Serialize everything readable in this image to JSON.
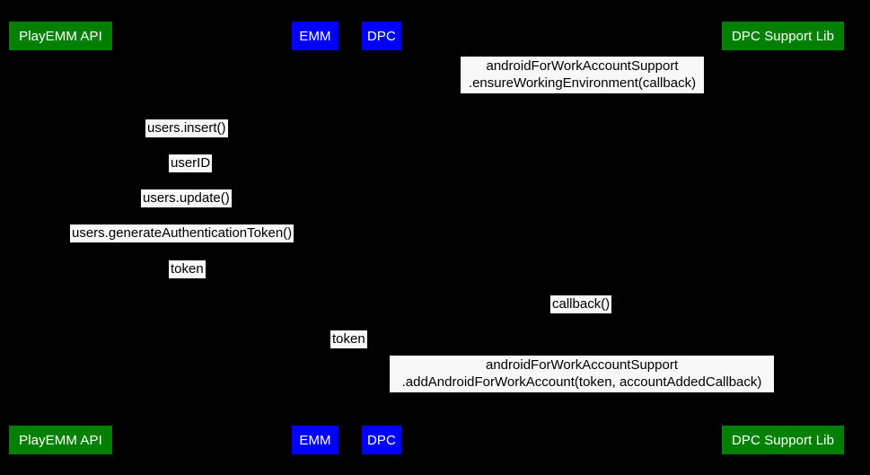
{
  "diagram": {
    "type": "uml-sequence-diagram",
    "background_color": "#000000",
    "participant_colors": {
      "playemm_api": "#008000",
      "emm": "#0000ff",
      "dpc": "#0000ff",
      "dpc_support_lib": "#008000"
    },
    "label_background_color": "#f8f8f8",
    "label_text_color": "#000000",
    "participant_text_color": "#ffffff"
  },
  "participants_top": [
    {
      "id": "playemm-api",
      "label": "PlayEMM API",
      "color": "green"
    },
    {
      "id": "emm",
      "label": "EMM",
      "color": "blue"
    },
    {
      "id": "dpc",
      "label": "DPC",
      "color": "blue"
    },
    {
      "id": "dpc-support-lib",
      "label": "DPC Support Lib",
      "color": "green"
    }
  ],
  "participants_bottom": [
    {
      "id": "playemm-api",
      "label": "PlayEMM API",
      "color": "green"
    },
    {
      "id": "emm",
      "label": "EMM",
      "color": "blue"
    },
    {
      "id": "dpc",
      "label": "DPC",
      "color": "blue"
    },
    {
      "id": "dpc-support-lib",
      "label": "DPC Support Lib",
      "color": "green"
    }
  ],
  "messages": [
    {
      "id": "ensure-working-environment",
      "line1": "androidForWorkAccountSupport",
      "line2": ".ensureWorkingEnvironment(callback)",
      "from": "dpc",
      "to": "dpc-support-lib"
    },
    {
      "id": "users-insert",
      "line1": "users.insert()",
      "from": "emm",
      "to": "playemm-api"
    },
    {
      "id": "user-id",
      "line1": "userID",
      "from": "playemm-api",
      "to": "emm"
    },
    {
      "id": "users-update",
      "line1": "users.update()",
      "from": "emm",
      "to": "playemm-api"
    },
    {
      "id": "users-generate-authentication-token",
      "line1": "users.generateAuthenticationToken()",
      "from": "emm",
      "to": "playemm-api"
    },
    {
      "id": "token-1",
      "line1": "token",
      "from": "playemm-api",
      "to": "emm"
    },
    {
      "id": "callback",
      "line1": "callback()",
      "from": "dpc-support-lib",
      "to": "dpc"
    },
    {
      "id": "token-2",
      "line1": "token",
      "from": "emm",
      "to": "dpc"
    },
    {
      "id": "add-android-for-work-account",
      "line1": "androidForWorkAccountSupport",
      "line2": ".addAndroidForWorkAccount(token, accountAddedCallback)",
      "from": "dpc",
      "to": "dpc-support-lib"
    }
  ]
}
